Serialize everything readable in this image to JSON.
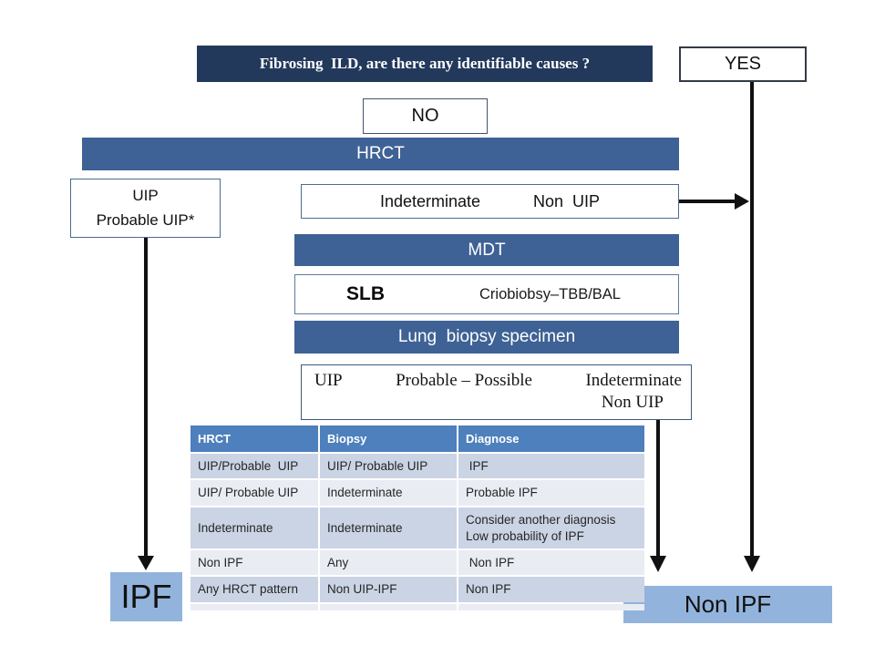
{
  "colors": {
    "title_bar": "#22395C",
    "bar": "#3E6295",
    "table_header": "#4D80BC",
    "row_odd": "#CBD4E4",
    "row_even": "#E9ECF3",
    "result_blue": "#92B4DC",
    "box_border": "#4a6c94",
    "arrow": "#111111"
  },
  "flowchart": {
    "title": "Fibrosing  ILD, are there any identifiable causes ?",
    "yes_label": "YES",
    "no_label": "NO",
    "hrct_bar": "HRCT",
    "uip_box": {
      "line1": "UIP",
      "line2": "Probable UIP*"
    },
    "indeterminate_box": {
      "left": "Indeterminate",
      "right": "Non  UIP"
    },
    "mdt_bar": "MDT",
    "slb_box": {
      "bold": "SLB",
      "regular": "Criobiobsy–TBB/BAL"
    },
    "lung_bar": "Lung  biopsy specimen",
    "result_box": {
      "item1": "UIP",
      "item2": "Probable – Possible",
      "item3": "Indeterminate",
      "line2": "Non UIP"
    },
    "ipf_label": "IPF",
    "non_ipf_label": "Non IPF"
  },
  "table": {
    "headers": [
      "HRCT",
      "Biopsy",
      "Diagnose"
    ],
    "rows": [
      [
        "UIP/Probable  UIP",
        "UIP/ Probable UIP",
        " IPF"
      ],
      [
        "UIP/ Probable UIP",
        "Indeterminate",
        "Probable IPF"
      ],
      [
        "Indeterminate",
        "Indeterminate",
        "Consider another diagnosis\nLow probability of IPF"
      ],
      [
        "Non IPF",
        "Any",
        " Non IPF"
      ],
      [
        "Any HRCT pattern",
        "Non UIP-IPF",
        "Non IPF"
      ],
      [
        "",
        "",
        ""
      ]
    ]
  }
}
